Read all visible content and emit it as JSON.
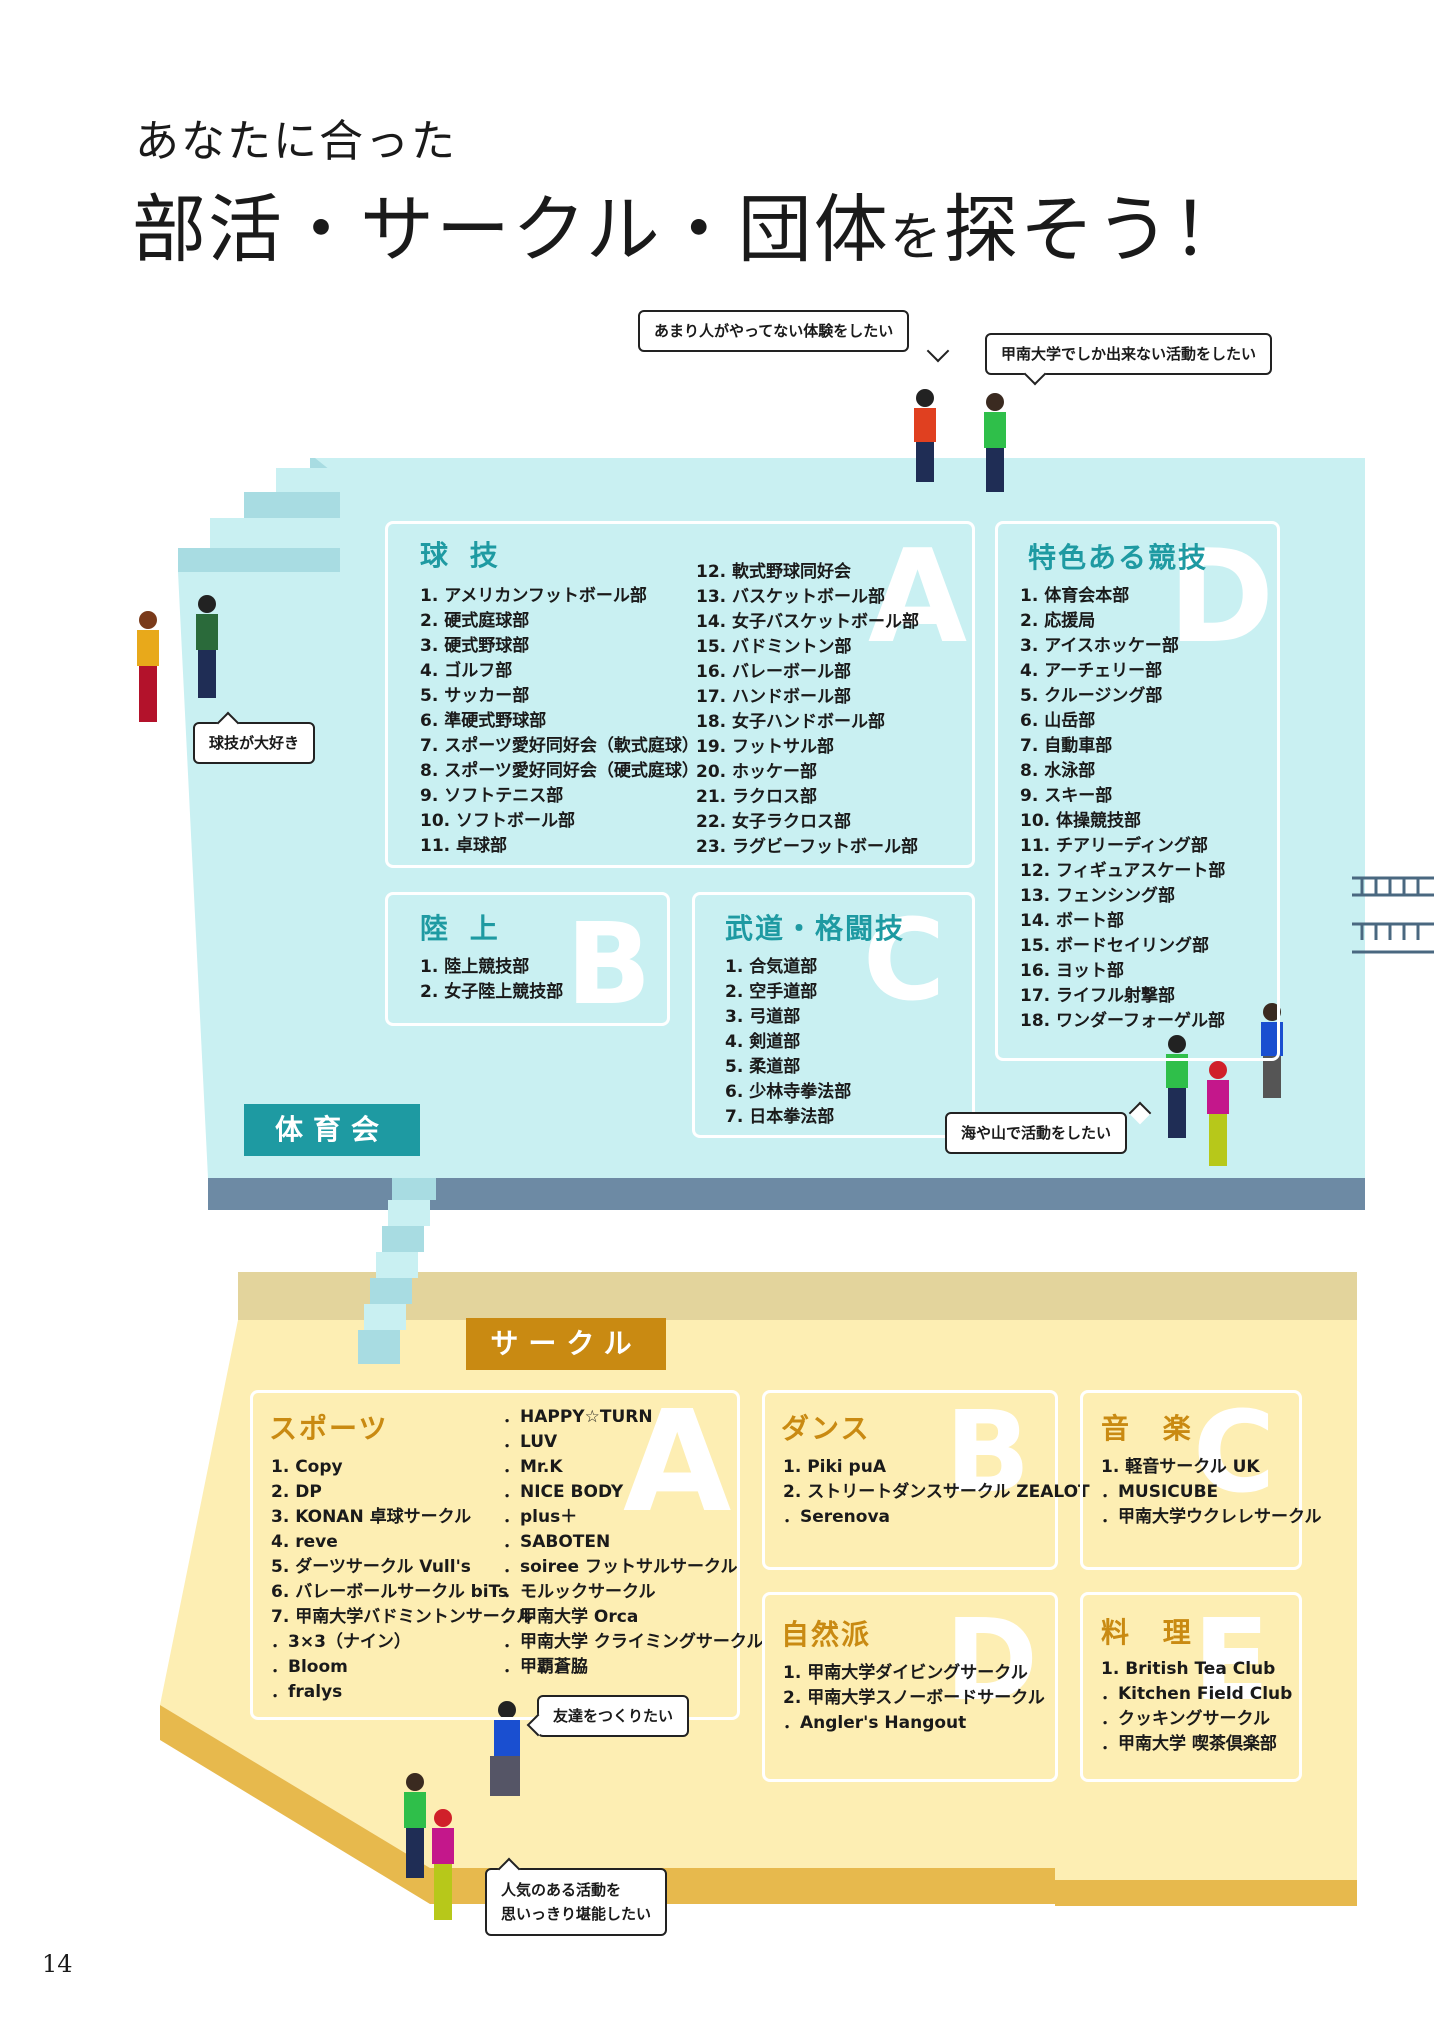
{
  "heading": {
    "line1": "あなたに合った",
    "main_a": "部活・サークル・団体",
    "main_b": "を",
    "main_c": "探そう！"
  },
  "colors": {
    "teal_floor": "#c9f0f2",
    "teal_side": "#6d8aa4",
    "gold_floor": "#fdeeb3",
    "gold_side": "#e7b94d",
    "teal_label": "#1e9aa2",
    "gold_label": "#c98a12"
  },
  "taiikukai": {
    "label": "体育会",
    "ball": {
      "title": "球 技",
      "letter": "A",
      "left": [
        "1. アメリカンフットボール部",
        "2. 硬式庭球部",
        "3. 硬式野球部",
        "4. ゴルフ部",
        "5. サッカー部",
        "6. 準硬式野球部",
        "7. スポーツ愛好同好会（軟式庭球）",
        "8. スポーツ愛好同好会（硬式庭球）",
        "9. ソフトテニス部",
        "10. ソフトボール部",
        "11. 卓球部"
      ],
      "right": [
        "12. 軟式野球同好会",
        "13. バスケットボール部",
        "14. 女子バスケットボール部",
        "15. バドミントン部",
        "16. バレーボール部",
        "17. ハンドボール部",
        "18. 女子ハンドボール部",
        "19. フットサル部",
        "20. ホッケー部",
        "21. ラクロス部",
        "22. 女子ラクロス部",
        "23. ラグビーフットボール部"
      ]
    },
    "track": {
      "title": "陸 上",
      "letter": "B",
      "items": [
        "1. 陸上競技部",
        "2. 女子陸上競技部"
      ]
    },
    "budo": {
      "title": "武道・格闘技",
      "letter": "C",
      "items": [
        "1. 合気道部",
        "2. 空手道部",
        "3. 弓道部",
        "4. 剣道部",
        "5. 柔道部",
        "6. 少林寺拳法部",
        "7. 日本拳法部"
      ]
    },
    "special": {
      "title": "特色ある競技",
      "letter": "D",
      "items": [
        "1. 体育会本部",
        "2. 応援局",
        "3. アイスホッケー部",
        "4. アーチェリー部",
        "5. クルージング部",
        "6. 山岳部",
        "7. 自動車部",
        "8. 水泳部",
        "9. スキー部",
        "10. 体操競技部",
        "11. チアリーディング部",
        "12. フィギュアスケート部",
        "13. フェンシング部",
        "14. ボート部",
        "15. ボードセイリング部",
        "16. ヨット部",
        "17. ライフル射撃部",
        "18. ワンダーフォーゲル部"
      ]
    }
  },
  "circle": {
    "label": "サークル",
    "sports": {
      "title": "スポーツ",
      "letter": "A",
      "left": [
        "1. Copy",
        "2. DP",
        "3. KONAN 卓球サークル",
        "4. reve",
        "5. ダーツサークル Vull's",
        "6. バレーボールサークル biTs",
        "7. 甲南大学バドミントンサークル",
        "．3×3（ナイン）",
        "．Bloom",
        "．fralys"
      ],
      "right": [
        "．HAPPY☆TURN",
        "．LUV",
        "．Mr.K",
        "．NICE BODY",
        "．plus＋",
        "．SABOTEN",
        "．soiree フットサルサークル",
        "．モルックサークル",
        "．甲南大学 Orca",
        "．甲南大学 クライミングサークル",
        "．甲覇蒼脇"
      ]
    },
    "dance": {
      "title": "ダンス",
      "letter": "B",
      "items": [
        "1. Piki puA",
        "2. ストリートダンスサークル ZEALOT",
        "．Serenova"
      ]
    },
    "music": {
      "title": "音 楽",
      "letter": "C",
      "items": [
        "1. 軽音サークル UK",
        "．MUSICUBE",
        "．甲南大学ウクレレサークル"
      ]
    },
    "nature": {
      "title": "自然派",
      "letter": "D",
      "items": [
        "1. 甲南大学ダイビングサークル",
        "2. 甲南大学スノーボードサークル",
        "．Angler's Hangout"
      ]
    },
    "cooking": {
      "title": "料 理",
      "letter": "E",
      "items": [
        "1. British Tea Club",
        "．Kitchen Field Club",
        "．クッキングサークル",
        "．甲南大学 喫茶倶楽部"
      ]
    }
  },
  "bubbles": {
    "b1": "あまり人がやってない体験をしたい",
    "b2": "甲南大学でしか出来ない活動をしたい",
    "b3": "球技が大好き",
    "b4": "海や山で活動をしたい",
    "b5": "友達をつくりたい",
    "b6a": "人気のある活動を",
    "b6b": "思いっきり堪能したい"
  },
  "page_number": "14"
}
